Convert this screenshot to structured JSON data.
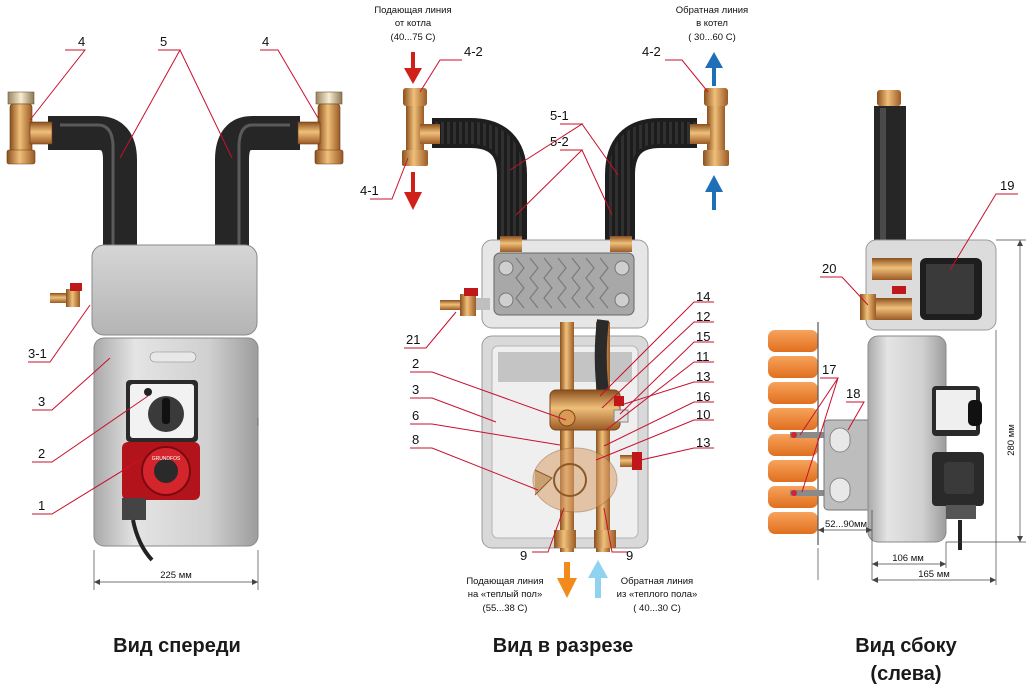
{
  "views": {
    "front": "Вид спереди",
    "section": "Вид в разрезе",
    "side_line1": "Вид сбоку",
    "side_line2": "(слева)"
  },
  "flows": {
    "supply_from_boiler": {
      "line1": "Подающая линия",
      "line2": "от котла",
      "line3": "(40...75 С)"
    },
    "return_to_boiler": {
      "line1": "Обратная линия",
      "line2": "в котел",
      "line3": "( 30...60 С)"
    },
    "supply_to_floor": {
      "line1": "Подающая линия",
      "line2": "на «теплый пол»",
      "line3": "(55...38 С)"
    },
    "return_from_floor": {
      "line1": "Обратная линия",
      "line2": "из «теплого пола»",
      "line3": "( 40...30 С)"
    }
  },
  "dimensions": {
    "front_width": "225 мм",
    "side_height": "280 мм",
    "side_depth_small": "106 мм",
    "side_depth_total": "165 мм",
    "wall_gap": "52...90мм"
  },
  "labels": {
    "front": {
      "l4a": "4",
      "l5": "5",
      "l4b": "4",
      "l31": "3-1",
      "l3": "3",
      "l2": "2",
      "l1": "1"
    },
    "section": {
      "l42a": "4-2",
      "l42b": "4-2",
      "l41": "4-1",
      "l51": "5-1",
      "l52": "5-2",
      "l21": "21",
      "l2": "2",
      "l3": "3",
      "l6": "6",
      "l8": "8",
      "l9a": "9",
      "l9b": "9",
      "l14": "14",
      "l12": "12",
      "l15": "15",
      "l11": "11",
      "l13a": "13",
      "l16": "16",
      "l10": "10",
      "l13b": "13"
    },
    "side": {
      "l19": "19",
      "l20": "20",
      "l17": "17",
      "l18": "18"
    }
  },
  "brand": {
    "pump_text": "GRUNDFOS"
  },
  "colors": {
    "leader": "#c8102e",
    "hot_arrow": "#d0201a",
    "cold_arrow": "#1f6fb8",
    "orange_arrow": "#f28b1c",
    "light_blue_arrow": "#8fd3f0",
    "housing": "#cdcdcd",
    "brass": "#c98a4a",
    "insulation": "#2a2a2a",
    "brick": "#f08a3c"
  }
}
